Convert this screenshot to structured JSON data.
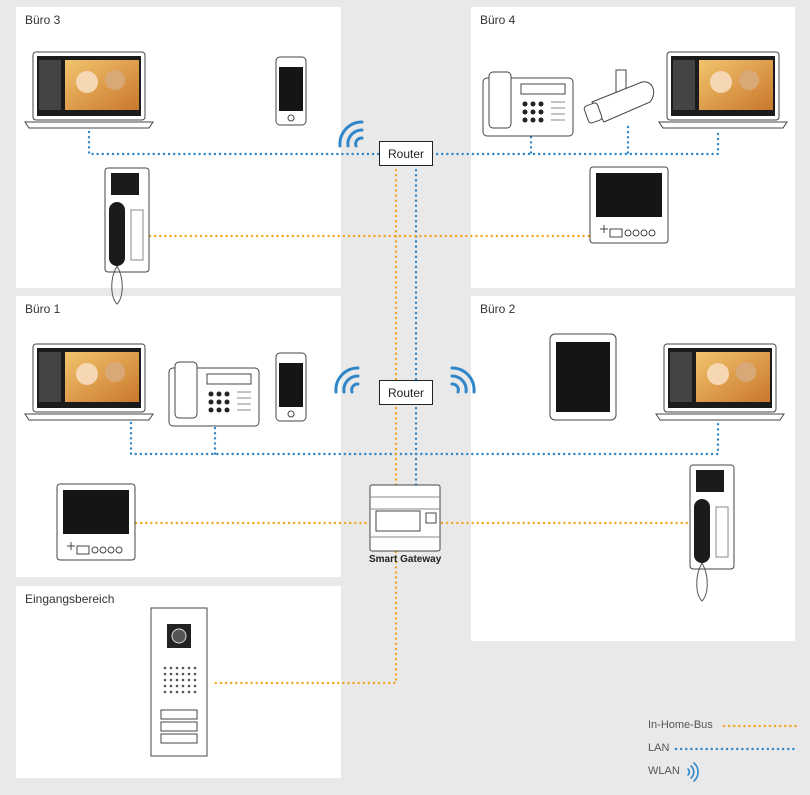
{
  "colors": {
    "bus": "#f5a623",
    "lan": "#2f86c8",
    "wlan": "#2f86c8",
    "background": "#e9e9e9",
    "panel": "#ffffff"
  },
  "areas": {
    "buero3": "Büro 3",
    "buero4": "Büro 4",
    "buero1": "Büro 1",
    "buero2": "Büro 2",
    "eingang": "Eingangsbereich"
  },
  "router_top": "Router",
  "router_bottom": "Router",
  "gateway": "Smart Gateway",
  "legend": {
    "bus": "In-Home-Bus",
    "lan": "LAN",
    "wlan": "WLAN"
  },
  "icons": [
    "laptop-icon",
    "smartphone-icon",
    "desk-phone-icon",
    "camera-icon",
    "indoor-monitor-icon",
    "intercom-handset-icon",
    "tablet-icon",
    "wifi-icon",
    "door-station-icon",
    "gateway-device-icon"
  ]
}
